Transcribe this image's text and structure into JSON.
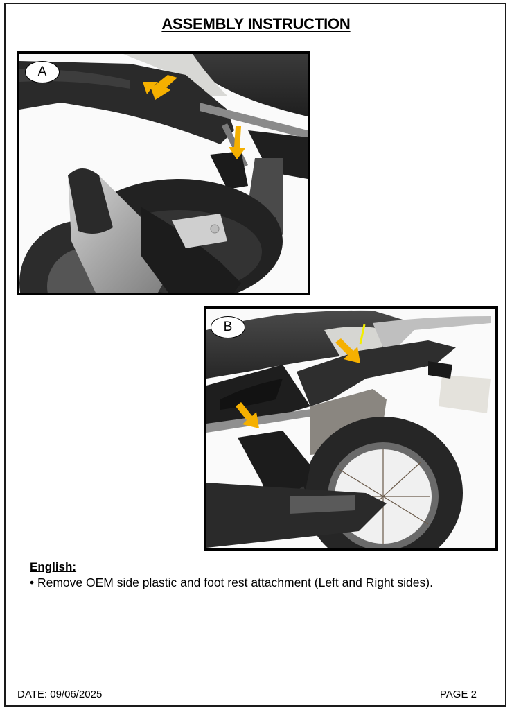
{
  "document": {
    "title": "ASSEMBLY INSTRUCTION"
  },
  "figures": [
    {
      "label": "A",
      "description": "Rear left side of motorcycle showing side plastic panel and foot rest bracket with two yellow arrows",
      "arrow_color": "#f5b000"
    },
    {
      "label": "B",
      "description": "Rear right side of motorcycle showing side plastic panel and foot rest bracket with two yellow arrows",
      "arrow_color": "#f5b000"
    }
  ],
  "instructions": {
    "language_heading": "English:",
    "steps": [
      "• Remove OEM side plastic and foot rest attachment (Left and Right sides)."
    ]
  },
  "footer": {
    "date": "DATE: 09/06/2025",
    "page": "PAGE 2"
  }
}
